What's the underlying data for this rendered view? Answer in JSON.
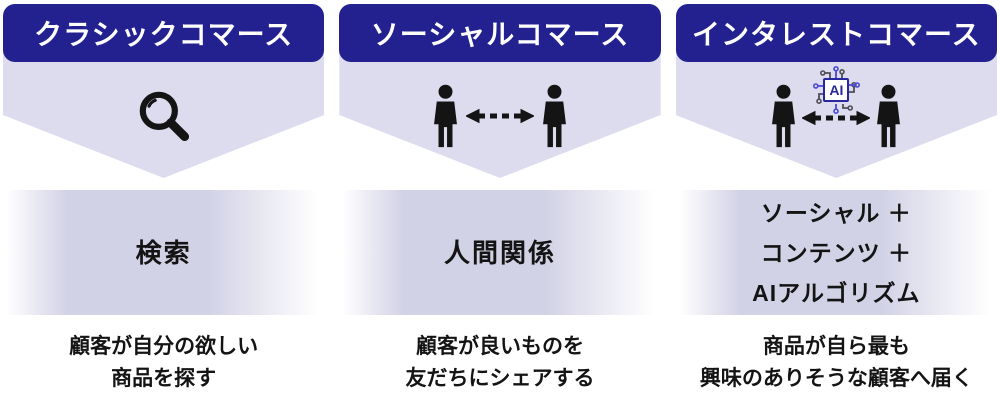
{
  "colors": {
    "header_bg": "#232190",
    "header_text": "#ffffff",
    "chevron_bg": "#dcdcee",
    "band_bg": "#d2d2e6",
    "body_text": "#141414",
    "icon_black": "#141414",
    "ai_navy": "#29279e",
    "trace_blue": "#4a49d4",
    "trace_gray": "#4f4f58"
  },
  "columns": [
    {
      "id": "classic-commerce",
      "title": "クラシックコマース",
      "icons": [
        "search-icon"
      ],
      "keyword_lines": [
        "検索"
      ],
      "description_lines": [
        "顧客が自分の欲しい",
        "商品を探す"
      ]
    },
    {
      "id": "social-commerce",
      "title": "ソーシャルコマース",
      "icons": [
        "person-icon",
        "dashed-double-arrow-icon",
        "person-icon"
      ],
      "keyword_lines": [
        "人間関係"
      ],
      "description_lines": [
        "顧客が良いものを",
        "友だちにシェアする"
      ]
    },
    {
      "id": "interest-commerce",
      "title": "インタレストコマース",
      "icons": [
        "person-icon",
        "ai-chip-icon",
        "dashed-double-arrow-icon",
        "person-icon"
      ],
      "ai_chip_label": "AI",
      "keyword_lines": [
        "ソーシャル ＋",
        "コンテンツ ＋",
        "AIアルゴリズム"
      ],
      "description_lines": [
        "商品が自ら最も",
        "興味のありそうな顧客へ届く"
      ]
    }
  ]
}
